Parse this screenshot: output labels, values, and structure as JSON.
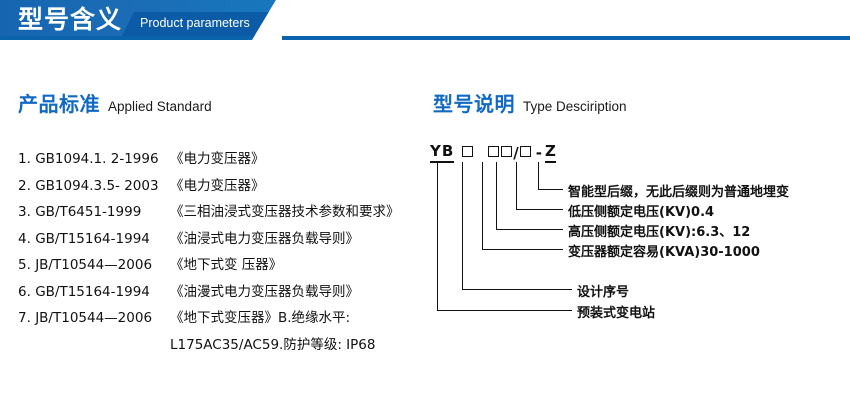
{
  "banner": {
    "title_cn": "型号含义",
    "title_en": "Product parameters",
    "bar_color": "#1565b0",
    "tab_color": "#0b5ba6"
  },
  "left_section": {
    "heading_cn": "产品标准",
    "heading_en": "Applied Standard",
    "heading_color": "#1269c4",
    "standards": [
      {
        "index": "1.",
        "code": "GB1094.1. 2-1996",
        "name": "《电力变压器》"
      },
      {
        "index": "2.",
        "code": "GB1094.3.5- 2003",
        "name": "《电力变压器》"
      },
      {
        "index": "3.",
        "code": "GB/T6451-1999",
        "name": "《三相油浸式变压器技术参数和要求》"
      },
      {
        "index": "4.",
        "code": "GB/T15164-1994",
        "name": "《油浸式电力变压器负载导则》"
      },
      {
        "index": "5.",
        "code": "JB/T10544—2006",
        "name": "《地下式变 压器》"
      },
      {
        "index": "6.",
        "code": "GB/T15164-1994",
        "name": "《油漫式电力变压器负载导则》"
      },
      {
        "index": "7.",
        "code": "JB/T10544—2006",
        "name": "《地下式变压器》B.绝缘水平:"
      }
    ],
    "continuation": "L175AC35/AC59.防护等级: IP68"
  },
  "right_section": {
    "heading_cn": "型号说明",
    "heading_en": "Type Desciription",
    "heading_color": "#1269c4",
    "code": {
      "prefix": "YB",
      "slash": "/",
      "dash": "-",
      "suffix": "Z",
      "box_glyph": "□"
    },
    "callouts": [
      {
        "id": "suffix",
        "text": "智能型后缀，无此后缀则为普通地埋变"
      },
      {
        "id": "lv",
        "text": "低压侧额定电压(KV)0.4"
      },
      {
        "id": "hv",
        "text": "高压侧额定电压(KV):6.3、12"
      },
      {
        "id": "capacity",
        "text": "变压器额定容易(KVA)30-1000"
      },
      {
        "id": "design",
        "text": "设计序号"
      },
      {
        "id": "station",
        "text": "预装式变电站"
      }
    ]
  }
}
